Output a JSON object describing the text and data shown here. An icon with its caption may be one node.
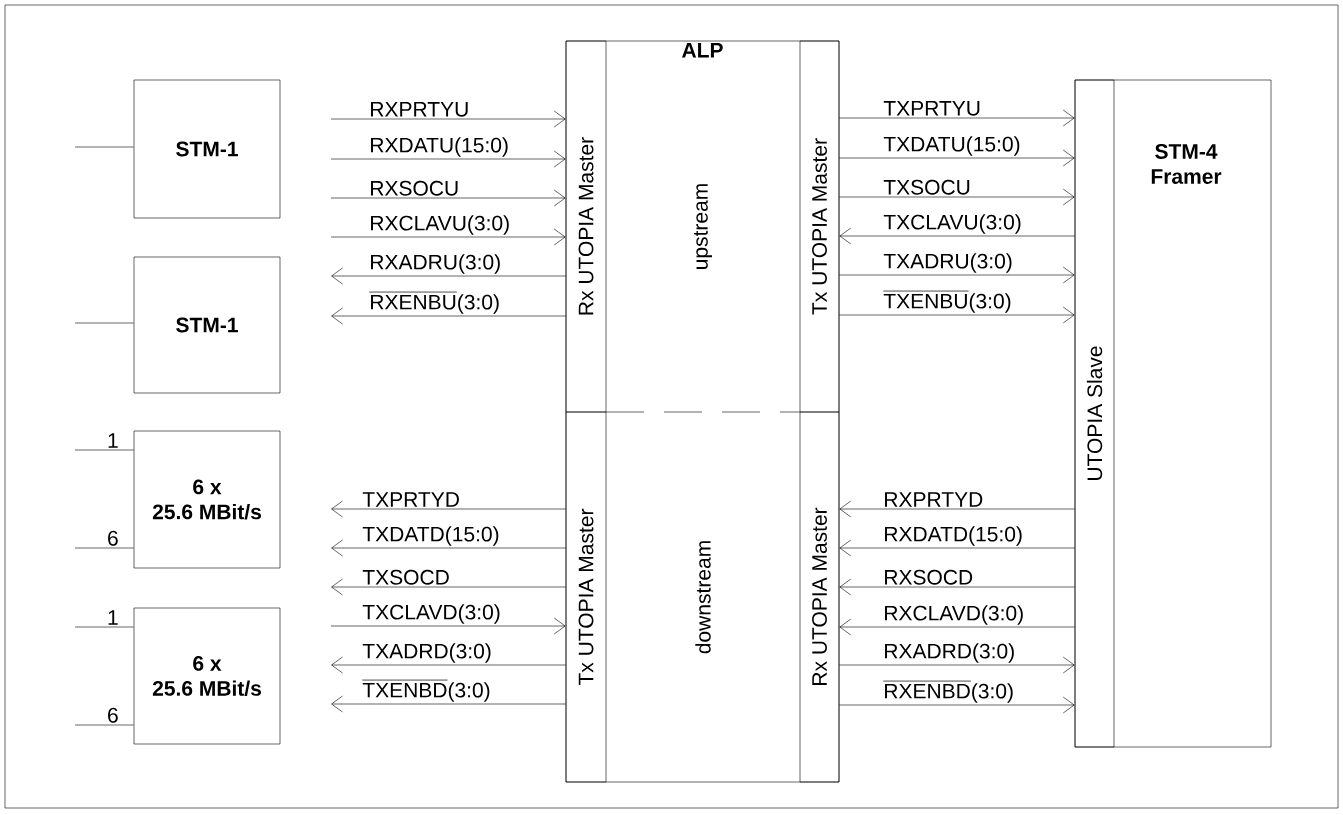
{
  "diagram": {
    "nodes": [
      {
        "text": [
          "STM-1"
        ]
      },
      {
        "text": [
          "STM-1"
        ]
      },
      {
        "text": [
          "6 x 25.6 MBit/s"
        ]
      },
      {
        "text": [
          "6 x 25.6 MBit/s"
        ]
      },
      {
        "text": [
          "ALP"
        ]
      },
      {
        "text": [
          "Rx UTOPIA Master"
        ],
        "in": 4
      },
      {
        "text": [
          "upstream"
        ],
        "in": 4
      },
      {
        "text": [
          "Tx UTOPIA Master"
        ],
        "in": 4
      },
      {
        "text": [
          "Tx UTOPIA Master"
        ],
        "in": 4
      },
      {
        "text": [
          "downstream"
        ],
        "in": 4
      },
      {
        "text": [
          "Rx UTOPIA Master"
        ],
        "in": 4
      },
      {
        "text": [
          "STM-4 Framer"
        ]
      },
      {
        "text": [
          "UTOPIA Slave"
        ],
        "in": 11
      }
    ],
    "edges": [
      {
        "from": null,
        "to": 5,
        "arrow": "to",
        "label": "RXPRTYU"
      },
      {
        "from": null,
        "to": 5,
        "arrow": "to",
        "label": "RXDATU(15:0)"
      },
      {
        "from": null,
        "to": 5,
        "arrow": "to",
        "label": "RXSOCU"
      },
      {
        "from": null,
        "to": 5,
        "arrow": "to",
        "label": "RXCLAVU(3:0)"
      },
      {
        "from": 5,
        "to": null,
        "arrow": "to",
        "label": "RXADRU(3:0)"
      },
      {
        "from": 5,
        "to": null,
        "arrow": "to",
        "label": "RXENBU(3:0)"
      },
      {
        "from": 7,
        "to": 12,
        "arrow": "to",
        "label": "TXPRTYU"
      },
      {
        "from": 7,
        "to": 12,
        "arrow": "to",
        "label": "TXDATU(15:0)"
      },
      {
        "from": 7,
        "to": 12,
        "arrow": "to",
        "label": "TXSOCU"
      },
      {
        "from": 12,
        "to": 7,
        "arrow": "to",
        "label": "TXCLAVU(3:0)"
      },
      {
        "from": 7,
        "to": 12,
        "arrow": "to",
        "label": "TXADRU(3:0)"
      },
      {
        "from": 7,
        "to": 12,
        "arrow": "to",
        "label": "TXENBU(3:0)"
      },
      {
        "from": 8,
        "to": null,
        "arrow": "to",
        "label": "TXPRTYD"
      },
      {
        "from": 8,
        "to": null,
        "arrow": "to",
        "label": "TXDATD(15:0)"
      },
      {
        "from": 8,
        "to": null,
        "arrow": "to",
        "label": "TXSOCD"
      },
      {
        "from": null,
        "to": 8,
        "arrow": "to",
        "label": "TXCLAVD(3:0)"
      },
      {
        "from": 8,
        "to": null,
        "arrow": "to",
        "label": "TXADRD(3:0)"
      },
      {
        "from": 8,
        "to": null,
        "arrow": "to",
        "label": "TXENBD(3:0)"
      },
      {
        "from": 12,
        "to": 10,
        "arrow": "to",
        "label": "RXPRTYD"
      },
      {
        "from": 12,
        "to": 10,
        "arrow": "to",
        "label": "RXDATD(15:0)"
      },
      {
        "from": 12,
        "to": 10,
        "arrow": "to",
        "label": "RXSOCD"
      },
      {
        "from": 12,
        "to": 10,
        "arrow": "to",
        "label": "RXCLAVD(3:0)"
      },
      {
        "from": 10,
        "to": 12,
        "arrow": "to",
        "label": "RXADRD(3:0)"
      },
      {
        "from": 10,
        "to": 12,
        "arrow": "to",
        "label": "RXENBD(3:0)"
      },
      {
        "from": null,
        "to": 0,
        "arrow": "none"
      },
      {
        "from": null,
        "to": 1,
        "arrow": "none"
      },
      {
        "from": null,
        "to": 2,
        "arrow": "none",
        "label": "1"
      },
      {
        "from": null,
        "to": 2,
        "arrow": "none",
        "label": "6"
      },
      {
        "from": null,
        "to": 3,
        "arrow": "none",
        "label": "1"
      },
      {
        "from": null,
        "to": 3,
        "arrow": "none",
        "label": "6"
      }
    ]
  }
}
